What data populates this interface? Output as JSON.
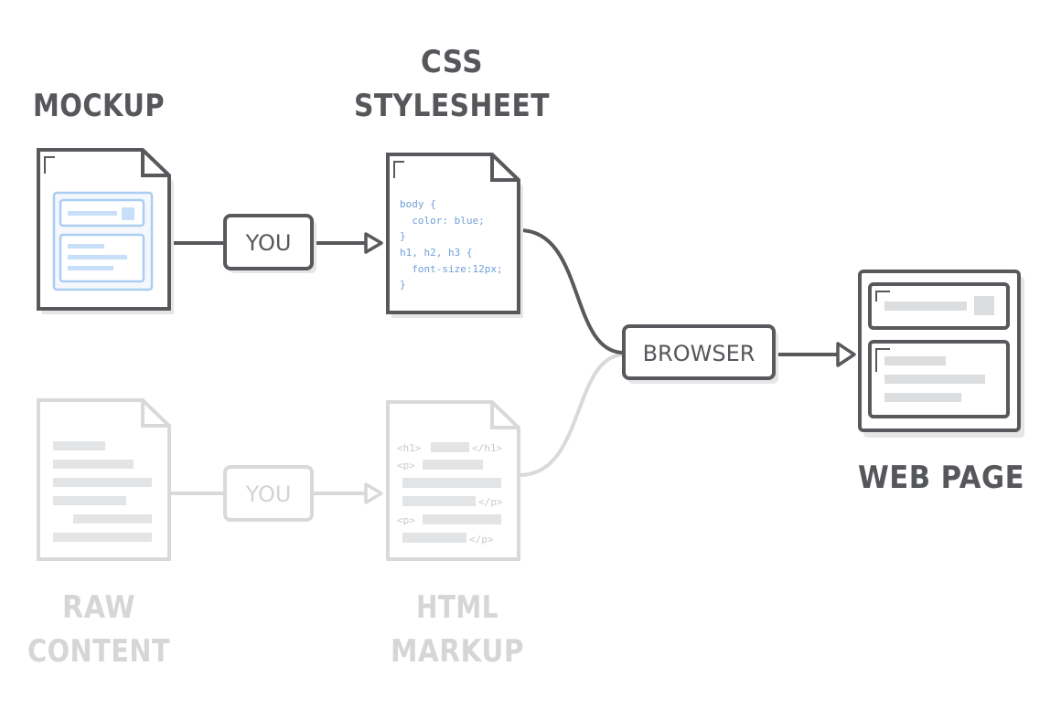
{
  "labels": {
    "mockup": "MOCKUP",
    "css_line1": "CSS",
    "css_line2": "STYLESHEET",
    "raw_line1": "RAW",
    "raw_line2": "CONTENT",
    "html_line1": "HTML",
    "html_line2": "MARKUP",
    "web_page": "WEB PAGE"
  },
  "buttons": {
    "you_top": "YOU",
    "you_bottom": "YOU",
    "browser": "BROWSER"
  },
  "css_code": [
    "body {",
    "  color: blue;",
    "}",
    "h1, h2, h3 {",
    "  font-size:12px;",
    "}"
  ],
  "html_tags": {
    "h1_open": "<h1>",
    "h1_close": "</h1>",
    "p_open_1": "<p>",
    "p_close_1": "</p>",
    "p_open_2": "<p>",
    "p_close_2": "</p>"
  },
  "colors": {
    "dark_stroke": "#58595c",
    "faded_stroke": "#d9d9db",
    "accent_blue": "#a9cdf3",
    "code_blue": "#6f9fd8",
    "placeholder_gray": "#dcdddf",
    "shadow": "#e6e6e6"
  }
}
